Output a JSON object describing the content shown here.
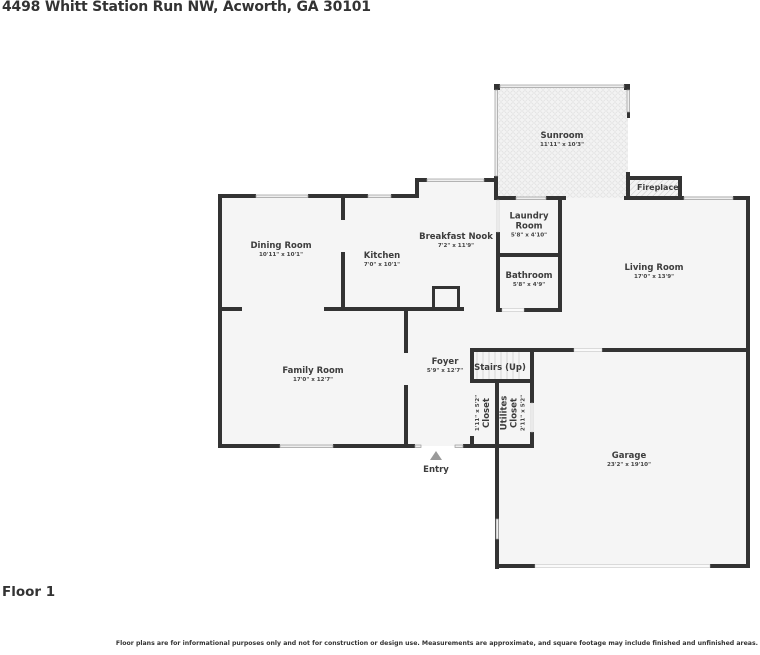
{
  "header": {
    "address": "4498 Whitt Station Run NW, Acworth, GA 30101"
  },
  "floor": {
    "label": "Floor 1"
  },
  "footer": {
    "disclaimer": "Floor plans are for informational purposes only and not for construction or design use. Measurements are approximate, and square footage may include finished and unfinished areas."
  },
  "entry": {
    "label": "Entry"
  },
  "colors": {
    "wall": "#333333",
    "floor": "#f5f5f5",
    "window": "#e6e6e6",
    "sunroom_tile": "#eeeeee"
  },
  "rooms": [
    {
      "id": "sunroom",
      "name": "Sunroom",
      "dims": "11'11\" x 10'3\""
    },
    {
      "id": "fireplace",
      "name": "Fireplace",
      "dims": ""
    },
    {
      "id": "dining-room",
      "name": "Dining Room",
      "dims": "10'11\" x 10'1\""
    },
    {
      "id": "kitchen",
      "name": "Kitchen",
      "dims": "7'0\" x 10'1\""
    },
    {
      "id": "breakfast-nook",
      "name": "Breakfast Nook",
      "dims": "7'2\" x 11'9\""
    },
    {
      "id": "laundry-room",
      "name": "Laundry Room",
      "name_line2": "Room",
      "name_line1": "Laundry",
      "dims": "5'8\" x 4'10\""
    },
    {
      "id": "bathroom",
      "name": "Bathroom",
      "dims": "5'8\" x 4'9\""
    },
    {
      "id": "living-room",
      "name": "Living Room",
      "dims": "17'0\" x 13'9\""
    },
    {
      "id": "family-room",
      "name": "Family Room",
      "dims": "17'0\" x 12'7\""
    },
    {
      "id": "foyer",
      "name": "Foyer",
      "dims": "5'9\" x 12'7\""
    },
    {
      "id": "stairs",
      "name": "Stairs (Up)",
      "dims": ""
    },
    {
      "id": "closet",
      "name": "Closet",
      "dims": "1'11\" x 5'2\""
    },
    {
      "id": "utilites-closet",
      "name": "Utilites Closet",
      "name_line1": "Utilites",
      "name_line2": "Closet",
      "dims": "2'11\" x 5'2\""
    },
    {
      "id": "garage",
      "name": "Garage",
      "dims": "23'2\" x 19'10\""
    }
  ]
}
